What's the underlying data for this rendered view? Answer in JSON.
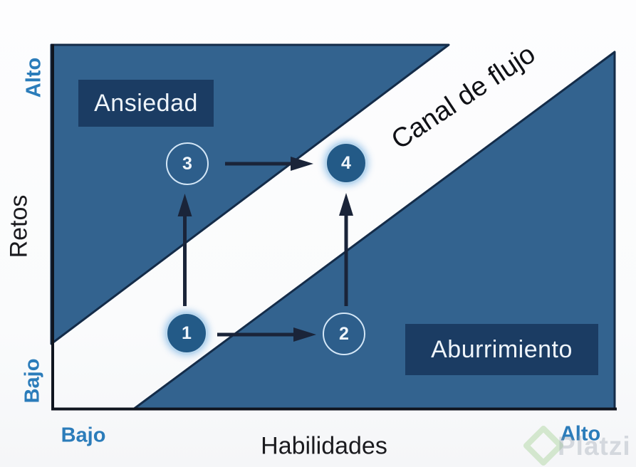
{
  "diagram": {
    "regions": {
      "anxiety_label": "Ansiedad",
      "boredom_label": "Aburrimiento",
      "channel_label": "Canal de flujo"
    },
    "steps": [
      {
        "number": "1"
      },
      {
        "number": "2"
      },
      {
        "number": "3"
      },
      {
        "number": "4"
      }
    ],
    "y_axis": {
      "title": "Retos",
      "top_tick": "Alto",
      "bottom_tick": "Bajo"
    },
    "x_axis": {
      "title": "Habilidades",
      "left_tick": "Bajo",
      "right_tick": "Alto"
    },
    "colors": {
      "region_blue": "#33638f",
      "region_edge_navy": "#142c49",
      "label_box_navy": "#1b3c63",
      "circle_fill_dark": "#235a87",
      "circle_fill_blue": "#2d5e8b",
      "circle_ring_light": "#bdd9ef",
      "arrow_dark_navy": "#1a2439",
      "axis_black": "#10151f",
      "tick_label_blue": "#2b7cba"
    }
  },
  "watermark": {
    "brand": "Platzi",
    "logo_green": "#8dc786"
  }
}
